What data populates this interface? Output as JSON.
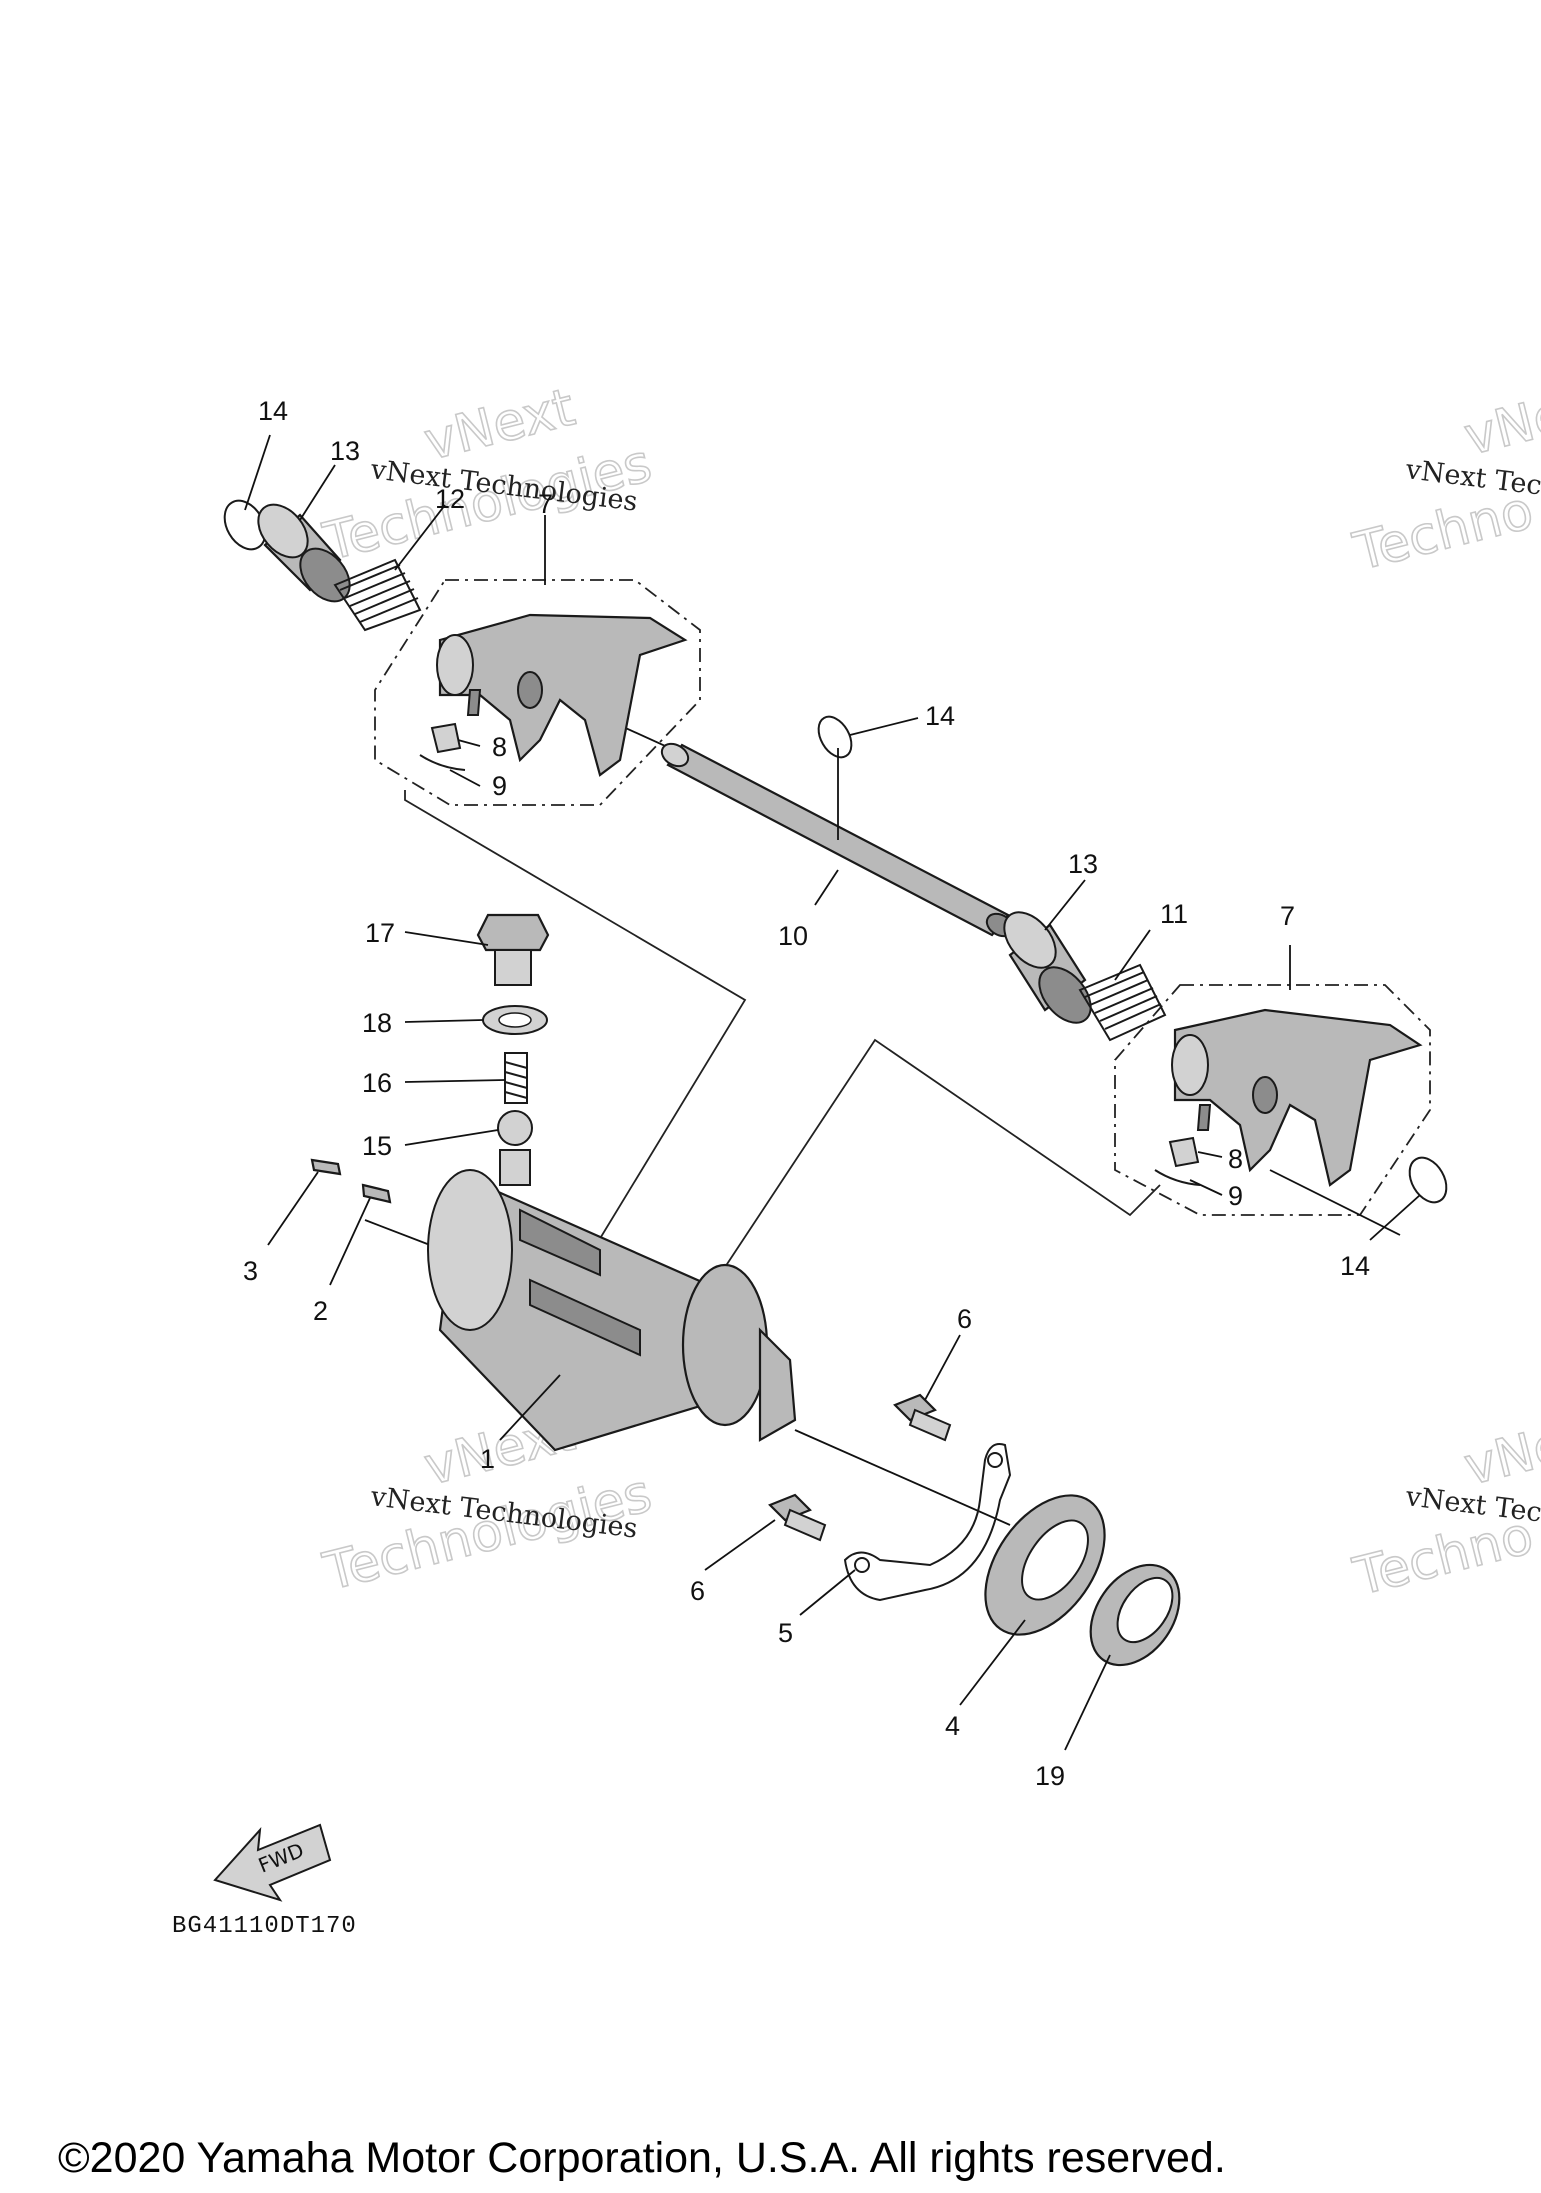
{
  "diagram": {
    "drawing_code": "BG41110DT170",
    "copyright": "©2020 Yamaha Motor Corporation, U.S.A. All rights reserved.",
    "direction_arrow": "FWD",
    "watermark": {
      "line1": "vNext",
      "line2": "Technologies",
      "line_full": "vNext Technologies",
      "partial_right_1": "vNe",
      "partial_right_2": "Techno",
      "partial_right_full": "vNext Tec"
    },
    "callouts": [
      "14",
      "13",
      "12",
      "7",
      "8",
      "9",
      "14",
      "10",
      "13",
      "11",
      "7",
      "17",
      "18",
      "16",
      "15",
      "8",
      "9",
      "14",
      "3",
      "2",
      "6",
      "1",
      "6",
      "5",
      "4",
      "19"
    ]
  }
}
